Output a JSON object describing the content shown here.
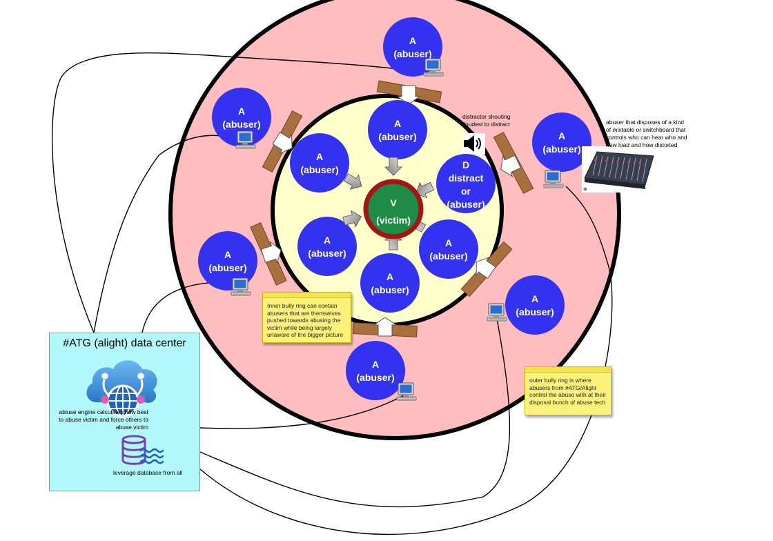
{
  "diagram": {
    "abuser_nodes": [
      {
        "id": "top",
        "line1": "A",
        "line2": "(abuser)"
      },
      {
        "id": "upper-left",
        "line1": "A",
        "line2": "(abuser)"
      },
      {
        "id": "inner-top",
        "line1": "A",
        "line2": "(abuser)"
      },
      {
        "id": "right-mixer",
        "line1": "A",
        "line2": "(abuser)"
      },
      {
        "id": "inner-left",
        "line1": "A",
        "line2": "(abuser)"
      },
      {
        "id": "left",
        "line1": "A",
        "line2": "(abuser)"
      },
      {
        "id": "inner-lower-left",
        "line1": "A",
        "line2": "(abuser)"
      },
      {
        "id": "inner-lower-right",
        "line1": "A",
        "line2": "(abuser)"
      },
      {
        "id": "inner-bottom",
        "line1": "A",
        "line2": "(abuser)"
      },
      {
        "id": "right-lower",
        "line1": "A",
        "line2": "(abuser)"
      },
      {
        "id": "bottom",
        "line1": "A",
        "line2": "(abuser)"
      }
    ],
    "distractor_node": {
      "line1": "D",
      "line2": "distract",
      "line3": "or",
      "line4": "(abuser)"
    },
    "victim_node": {
      "line1": "V",
      "line2": "(victim)"
    },
    "distractor_caption": [
      "distractor shouting",
      "loudest to distract"
    ],
    "mixer_caption": [
      "abuser that disposes of a kind",
      "of mixtable or switchboard that",
      "controls who can hear who and",
      "how load and how distorted"
    ],
    "inner_note": "Inner bully ring can contain abusers that are themselves pushed towards abusing the victim while being largely unaware of the bigger picture",
    "outer_note": "outer bully ring is where abusers from #ATG/Alight control the abuse with at their disposal bunch of abuse tech",
    "datacenter": {
      "title": "#ATG (alight) data center",
      "engine_label": "abiuse engine calculates how  best to abuse victim and force others to abuse victim",
      "db_label": "leverage database from all"
    },
    "icons": [
      "computer-icon",
      "speaker-icon",
      "mixer-icon",
      "cloud-globe-icon",
      "database-icon"
    ],
    "colors": {
      "outer_ring": "#ffbdbf",
      "inner_ring": "#ffffcb",
      "abuser": "#3232f0",
      "victim": "#1e8c46",
      "victim_border": "#a41414",
      "datacenter": "#b3f8fb",
      "sticky": "#fff27a"
    }
  }
}
